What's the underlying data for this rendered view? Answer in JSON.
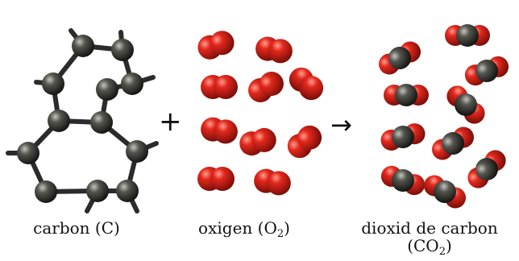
{
  "labels": {
    "carbon_prefix": "carbon (C",
    "carbon_suffix": ")",
    "oxygen_prefix": "oxigen (O",
    "oxygen_sub": "2",
    "oxygen_suffix": ")",
    "dioxide_line1": "dioxid de carbon",
    "dioxide_prefix": "(CO",
    "dioxide_sub": "2",
    "dioxide_suffix": ")"
  },
  "operators": {
    "plus": "+",
    "arrow": "→"
  },
  "colors": {
    "carbon_atom": "#3a3a36",
    "oxygen_atom": "#d8261c",
    "bond": "#2b2b2b"
  }
}
